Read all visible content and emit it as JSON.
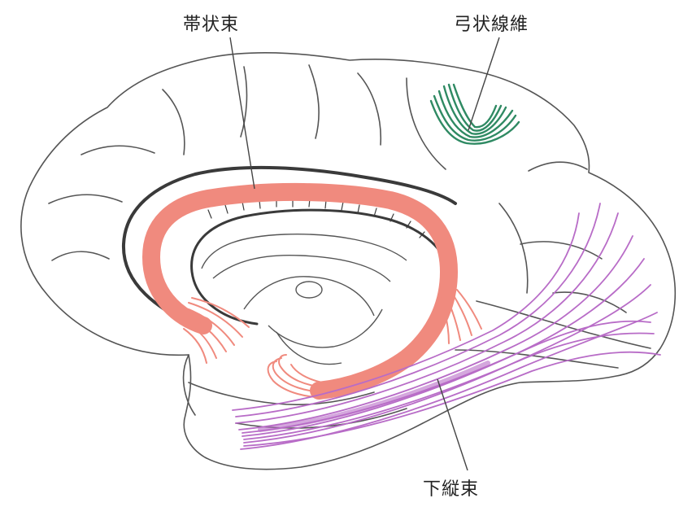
{
  "labels": {
    "cingulum": "帯状束",
    "arcuate": "弓状線維",
    "inferior_longitudinal": "下縦束"
  },
  "colors": {
    "cingulum": "#f08a7e",
    "arcuate": "#2f8a63",
    "inferior_longitudinal": "#b86cc7",
    "outline": "#555555",
    "shadow": "#3a3a3a"
  }
}
